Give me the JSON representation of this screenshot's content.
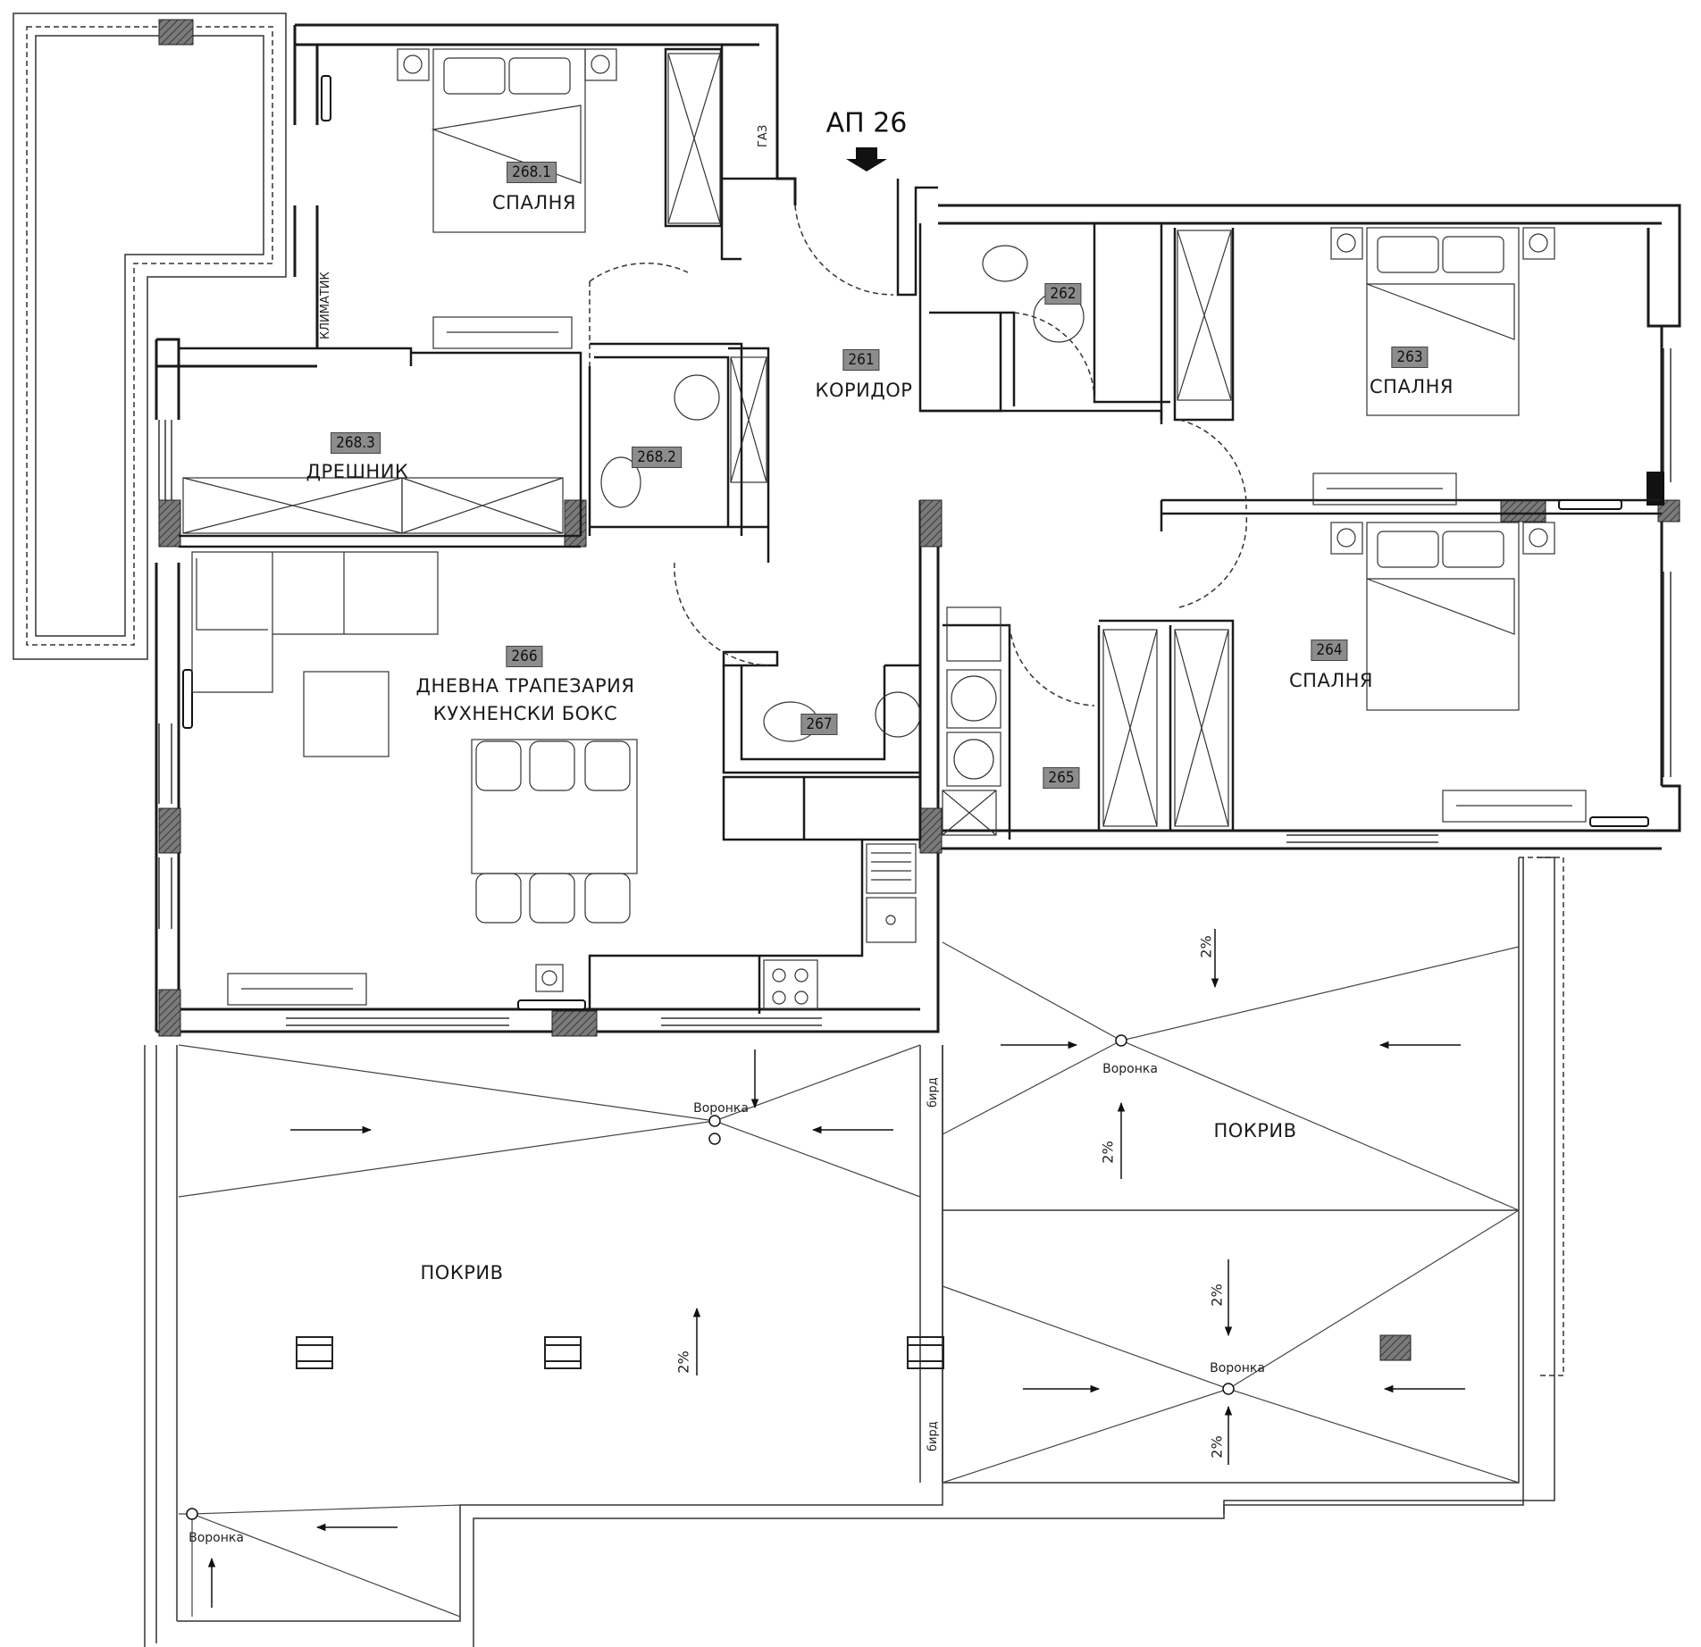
{
  "entrance": {
    "label": "АП 26"
  },
  "rooms": [
    {
      "id": "r2681",
      "number": "268.1",
      "name": "СПАЛНЯ"
    },
    {
      "id": "r2683",
      "number": "268.3",
      "name": "ДРЕШНИК"
    },
    {
      "id": "r2682",
      "number": "268.2",
      "name": ""
    },
    {
      "id": "r261",
      "number": "261",
      "name": "КОРИДОР"
    },
    {
      "id": "r262",
      "number": "262",
      "name": ""
    },
    {
      "id": "r263",
      "number": "263",
      "name": "СПАЛНЯ"
    },
    {
      "id": "r264",
      "number": "264",
      "name": "СПАЛНЯ"
    },
    {
      "id": "r265",
      "number": "265",
      "name": ""
    },
    {
      "id": "r266",
      "number": "266",
      "name": "ДНЕВНА ТРАПЕЗАРИЯ",
      "name2": "КУХНЕНСКИ БОКС"
    },
    {
      "id": "r267",
      "number": "267",
      "name": ""
    }
  ],
  "annotations": {
    "gas": "ГАЗ",
    "air_conditioner": "КЛИМАТИК",
    "roof_left": "ПОКРИВ",
    "roof_right": "ПОКРИВ",
    "drain": "Воронка",
    "slope": "2%",
    "firewall": "бирд"
  }
}
